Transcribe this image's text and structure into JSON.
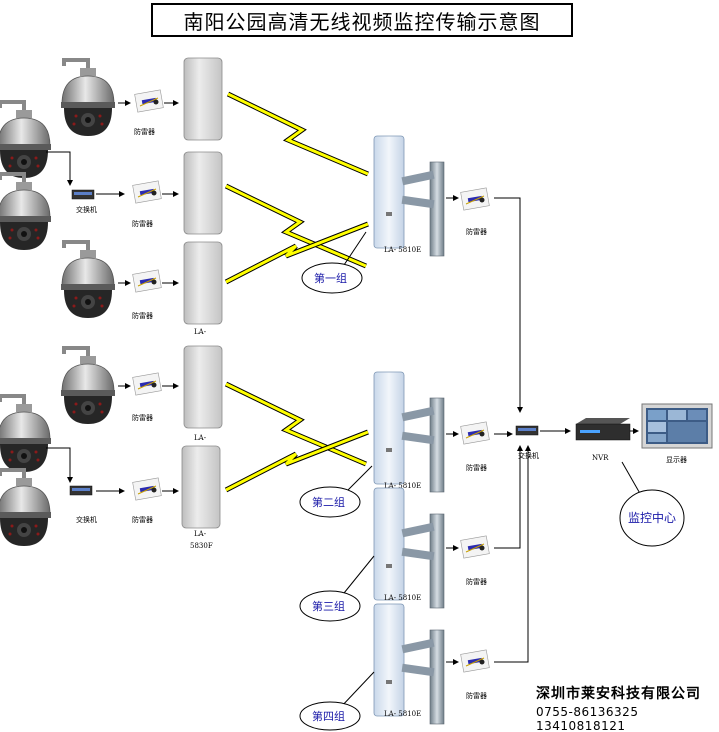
{
  "title": "南阳公园高清无线视频监控传输示意图",
  "labels": {
    "surge": "防雷器",
    "switch": "交换机",
    "la5810e": "LA- 5810E",
    "la": "LA-",
    "la5830f": "5830F",
    "nvr": "NVR",
    "display": "显示器",
    "center": "监控中心"
  },
  "groups": [
    "第一组",
    "第二组",
    "第三组",
    "第四组"
  ],
  "company": {
    "name": "深圳市莱安科技有限公司",
    "phone": "0755-86136325 13410818121"
  },
  "colors": {
    "lightning": "#ffff00",
    "group_text": "#1a1aa8",
    "cpe": "#d8d8d8",
    "pole": "#9aa8b4",
    "antenna": "#dfe9f5"
  }
}
